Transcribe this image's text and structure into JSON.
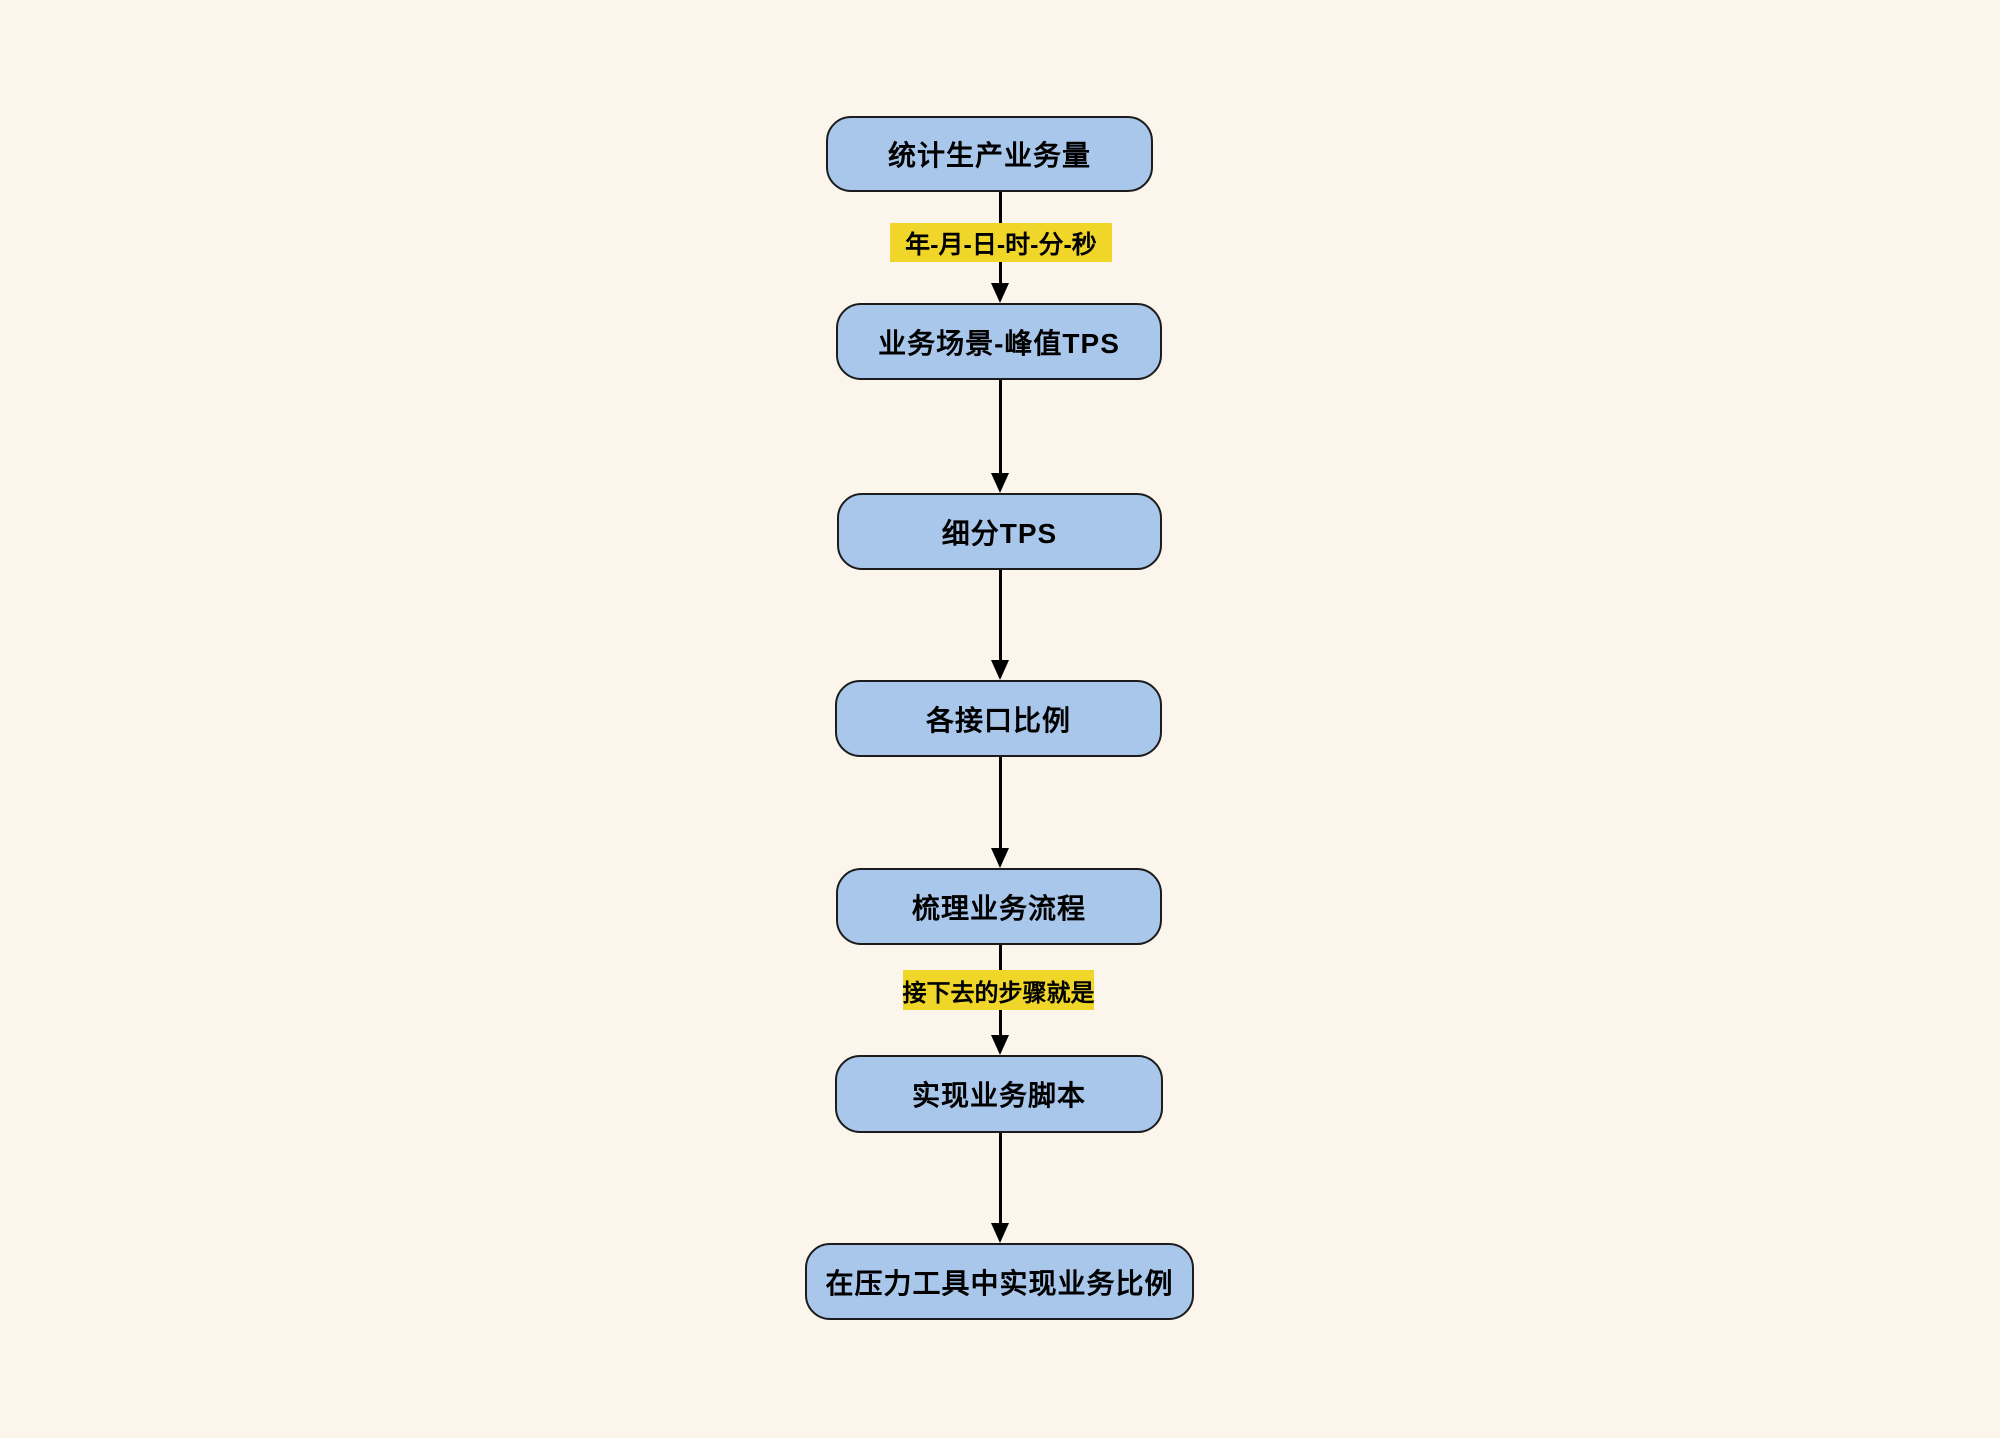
{
  "background_color": "#FBF5EC",
  "flowchart": {
    "node_fill_color": "#A9C7EB",
    "node_border_color": "#1C1C1C",
    "edge_label_bg_color": "#F0D629",
    "text_color": "#000000",
    "nodes": [
      {
        "label": "统计生产业务量"
      },
      {
        "label": "业务场景-峰值TPS"
      },
      {
        "label": "细分TPS"
      },
      {
        "label": "各接口比例"
      },
      {
        "label": "梳理业务流程"
      },
      {
        "label": "实现业务脚本"
      },
      {
        "label": "在压力工具中实现业务比例"
      }
    ],
    "edge_labels": [
      {
        "label": "年-月-日-时-分-秒"
      },
      {
        "label": "接下去的步骤就是"
      }
    ]
  }
}
